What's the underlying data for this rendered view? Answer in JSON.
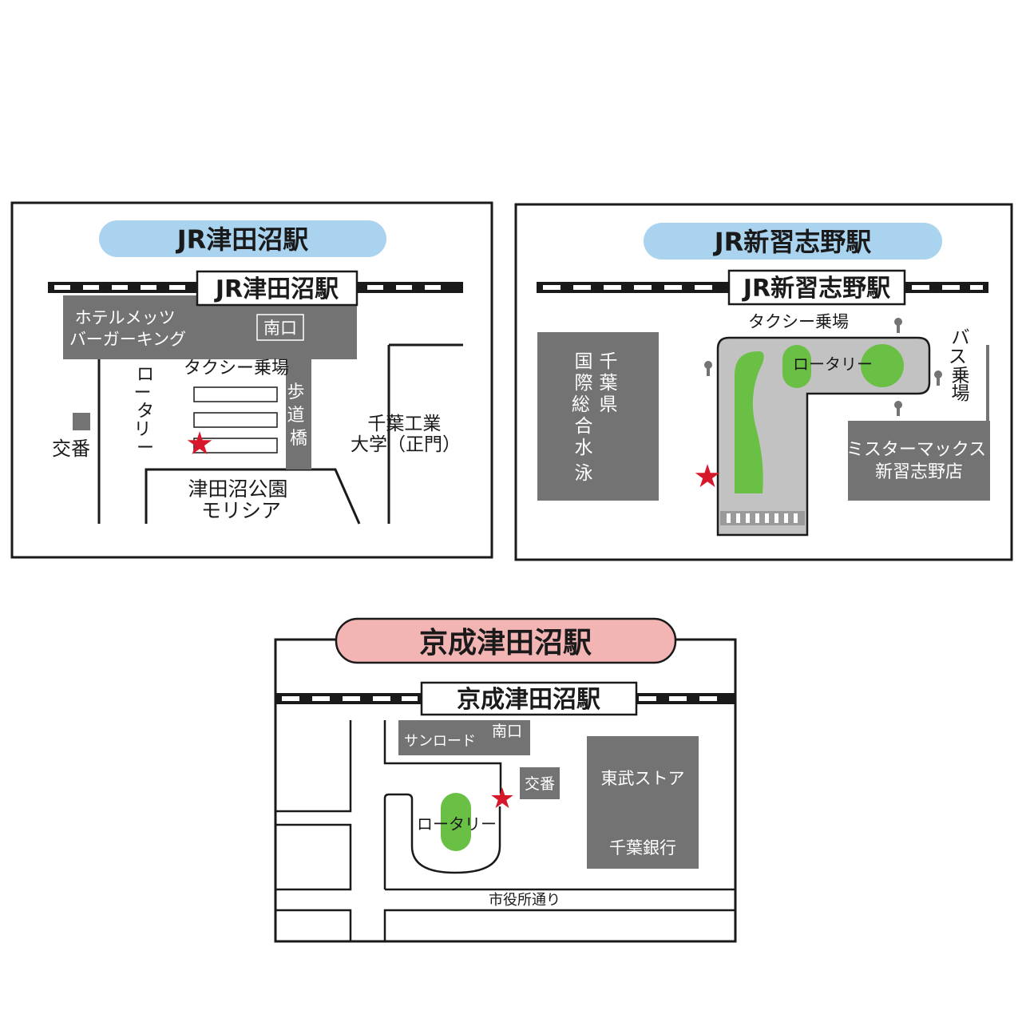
{
  "maps": [
    {
      "title": "JR津田沼駅",
      "station_label": "JR津田沼駅",
      "building": "ホテルメッツ\nバーガーキング",
      "exit": "南口",
      "taxi": "タクシー乗場",
      "rotary": "ロータリー",
      "footbridge": "歩道橋",
      "koban": "交番",
      "university": "千葉工業\n大学（正門）",
      "park": "津田沼公園\nモリシア",
      "title_color": "#a9d3ee"
    },
    {
      "title": "JR新習志野駅",
      "station_label": "JR新習志野駅",
      "pool": "千葉県\n国際総合水泳場",
      "taxi": "タクシー乗場",
      "rotary": "ロータリー",
      "bus": "バス乗場",
      "store": "ミスターマックス\n新習志野店",
      "title_color": "#a9d3ee"
    },
    {
      "title": "京成津田沼駅",
      "station_label": "京成津田沼駅",
      "sunroad": "サンロード",
      "exit": "南口",
      "koban": "交番",
      "rotary": "ロータリー",
      "tobu": "東武ストア",
      "bank": "千葉銀行",
      "street": "市役所通り",
      "title_color": "#f3b4b4"
    }
  ],
  "colors": {
    "gray_block": "#737373",
    "light_gray": "#c2c2c2",
    "green": "#6abf45",
    "star": "#d7182a"
  }
}
